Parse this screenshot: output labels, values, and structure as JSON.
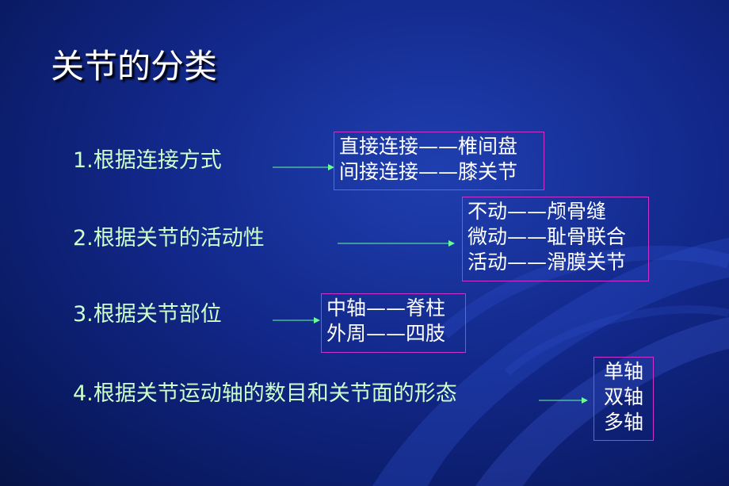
{
  "title": "关节的分类",
  "categories": [
    {
      "label": "1.根据连接方式",
      "items": [
        "直接连接——椎间盘",
        "间接连接——膝关节"
      ]
    },
    {
      "label": "2.根据关节的活动性",
      "items": [
        "不动——颅骨缝",
        "微动——耻骨联合",
        "活动——滑膜关节"
      ]
    },
    {
      "label": "3.根据关节部位",
      "items": [
        "中轴——脊柱",
        "外周——四肢"
      ]
    },
    {
      "label": "4.根据关节运动轴的数目和关节面的形态",
      "items": [
        "单轴",
        "双轴",
        "多轴"
      ]
    }
  ],
  "colors": {
    "background": "#12288a",
    "category_text": "#ccffcc",
    "box_border": "#cc33cc",
    "arrow": "#66ff99",
    "item_text": "#ffffff"
  }
}
